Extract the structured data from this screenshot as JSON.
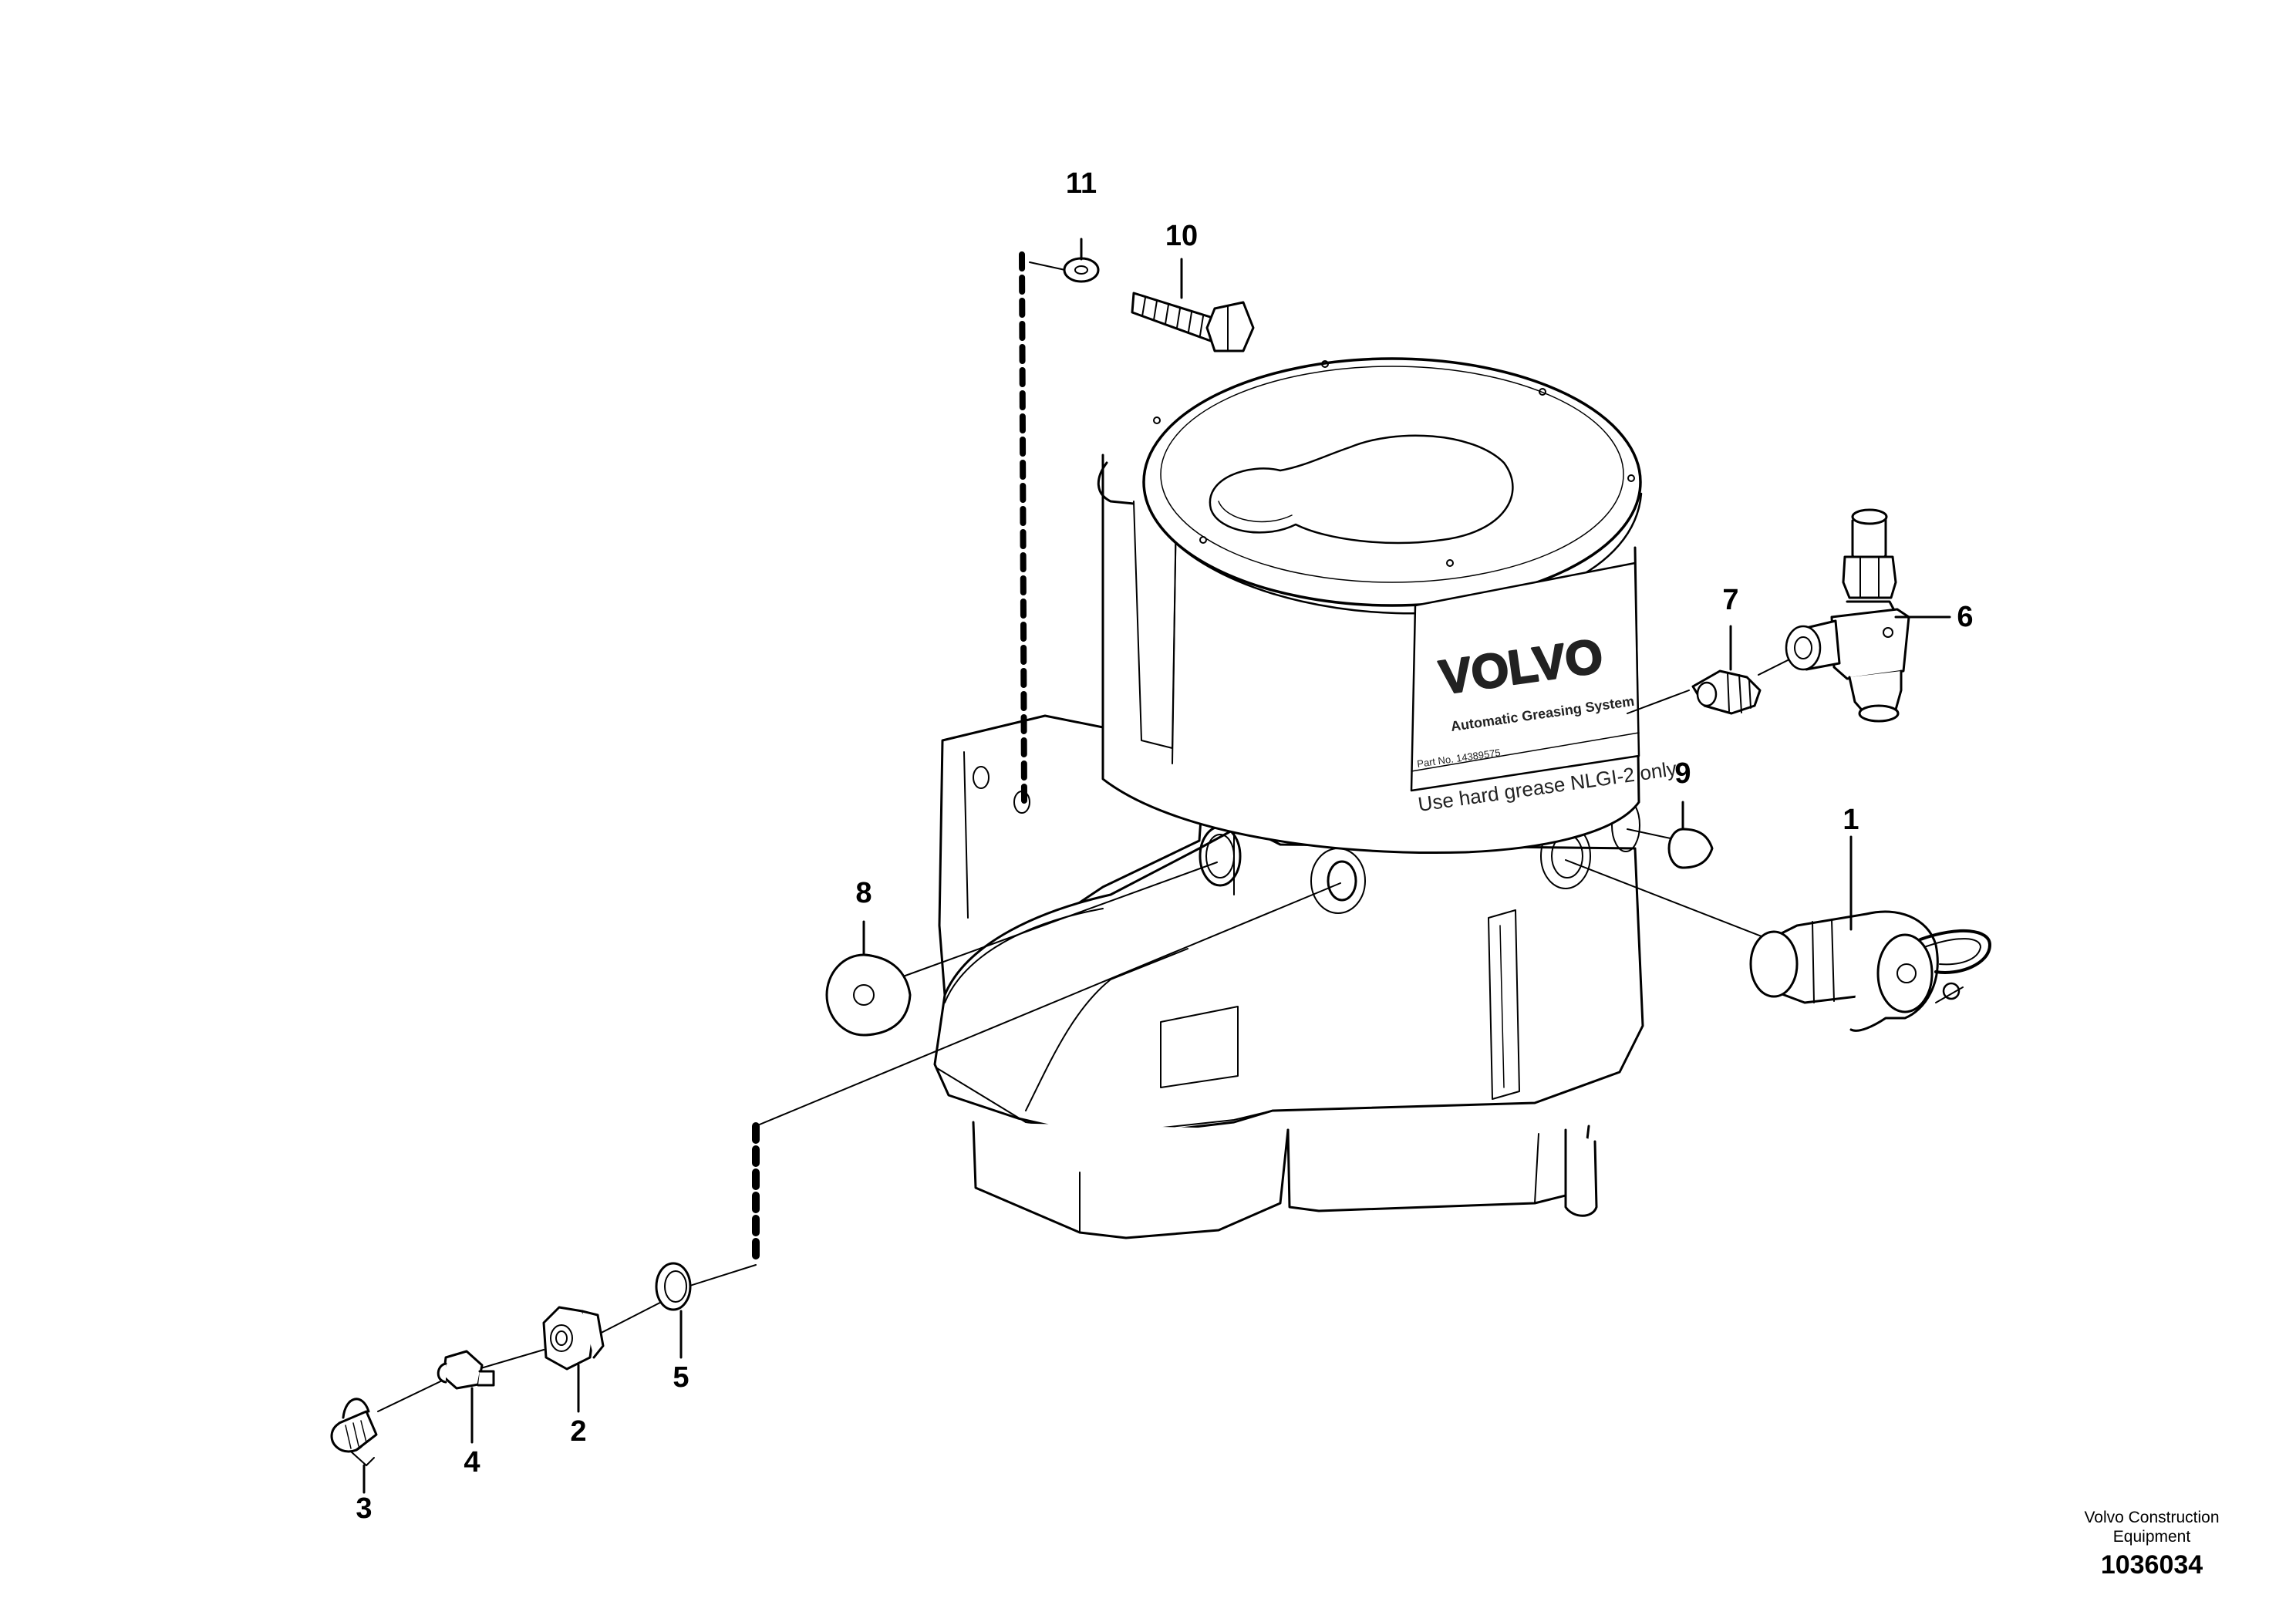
{
  "decal": {
    "brand": "VOLVO",
    "subtitle": "Automatic Greasing System",
    "part_no": "Part No. 14389575",
    "instruction": "Use hard grease NLGI-2 only"
  },
  "callouts": [
    {
      "id": "1",
      "label": "1"
    },
    {
      "id": "2",
      "label": "2"
    },
    {
      "id": "3",
      "label": "3"
    },
    {
      "id": "4",
      "label": "4"
    },
    {
      "id": "5",
      "label": "5"
    },
    {
      "id": "6",
      "label": "6"
    },
    {
      "id": "7",
      "label": "7"
    },
    {
      "id": "8",
      "label": "8"
    },
    {
      "id": "9",
      "label": "9"
    },
    {
      "id": "10",
      "label": "10"
    },
    {
      "id": "11",
      "label": "11"
    }
  ],
  "footer": {
    "company_line1": "Volvo Construction",
    "company_line2": "Equipment",
    "drawing_number": "1036034"
  }
}
